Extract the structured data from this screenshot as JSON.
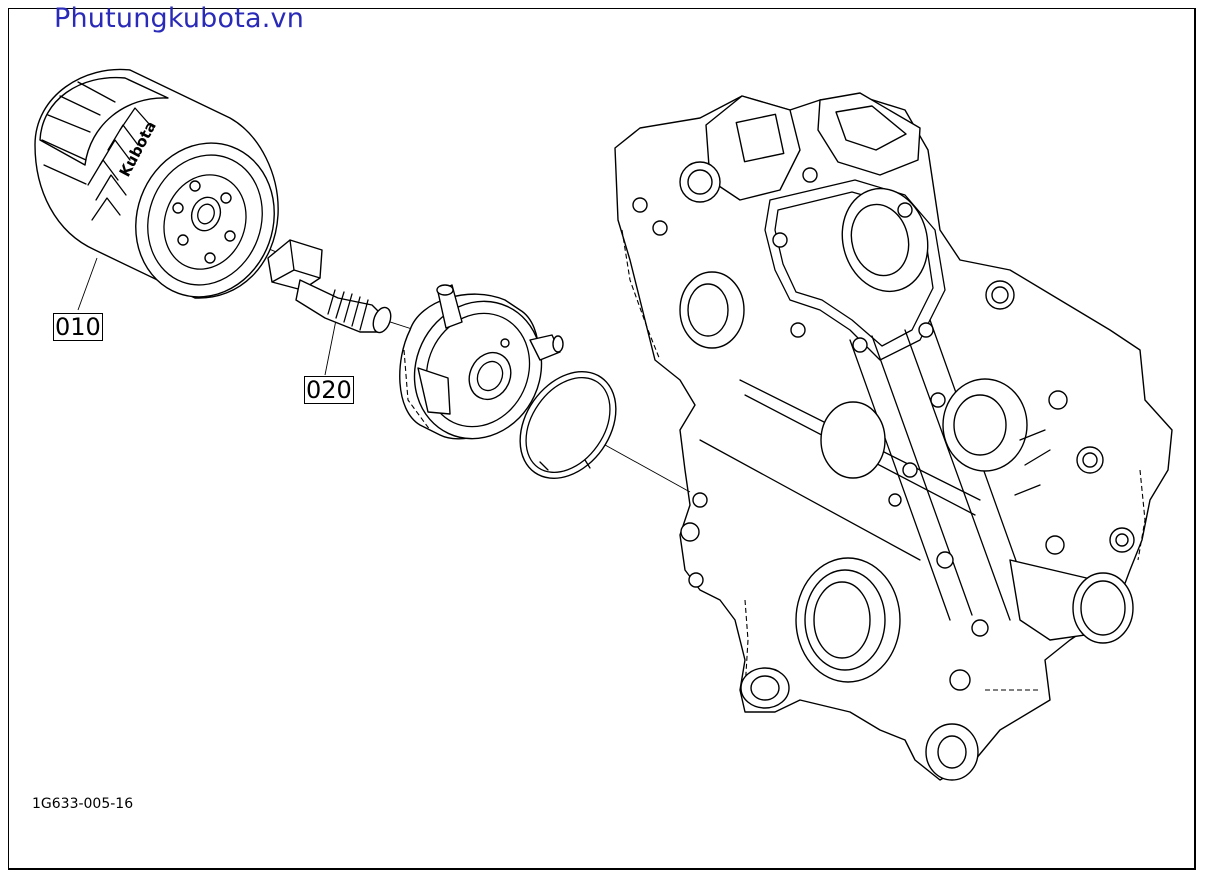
{
  "watermark": "Phutungkubota.vn",
  "callouts": {
    "filter": "010",
    "fitting": "020"
  },
  "filter_brand": "Kubota",
  "diagram_ref": "1G633-005-16"
}
